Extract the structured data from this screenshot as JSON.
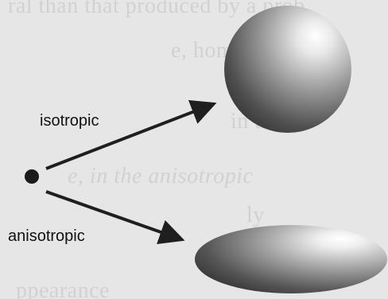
{
  "labels": {
    "isotropic": "isotropic",
    "anisotropic": "anisotropic"
  },
  "background_text": [
    "ral than that produced by a prob",
    "e, homogeneous",
    "in the",
    "e, in the anisotropic",
    "ly",
    "ppearance"
  ],
  "colors": {
    "background": "#e6e6e6",
    "arrow": "#1f1f1f",
    "dot": "#1b1b1b",
    "shape_dark": "#2c2c2c",
    "shape_light": "#f2f2f2"
  }
}
